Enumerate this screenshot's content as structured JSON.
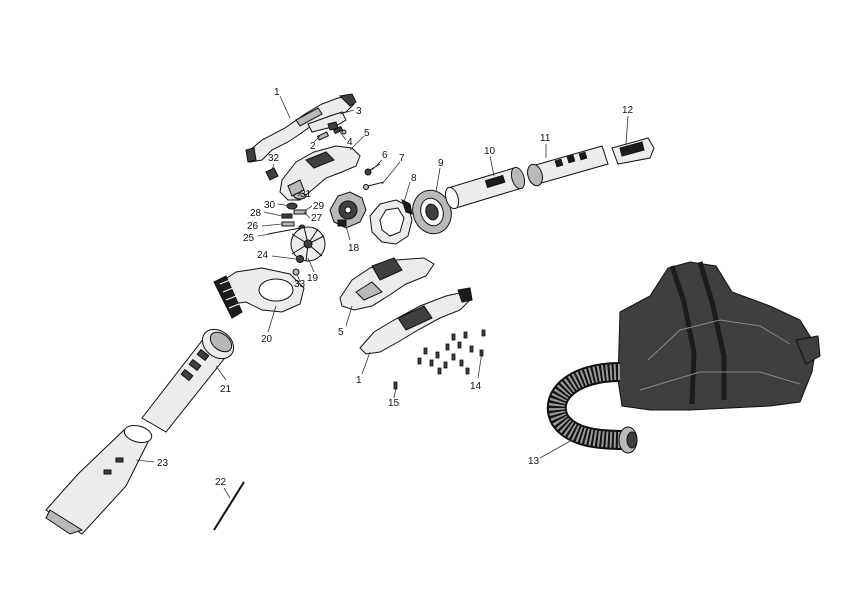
{
  "diagram": {
    "callouts": {
      "c1a": "1",
      "c1b": "1",
      "c2": "2",
      "c3": "3",
      "c4": "4",
      "c5a": "5",
      "c5b": "5",
      "c6": "6",
      "c7": "7",
      "c8": "8",
      "c9": "9",
      "c10": "10",
      "c11": "11",
      "c12": "12",
      "c13": "13",
      "c14": "14",
      "c15": "15",
      "c18": "18",
      "c19": "19",
      "c20": "20",
      "c21": "21",
      "c22": "22",
      "c23": "23",
      "c24": "24",
      "c25": "25",
      "c26": "26",
      "c27": "27",
      "c28": "28",
      "c29": "29",
      "c30": "30",
      "c31": "31",
      "c32": "32",
      "c33": "33"
    }
  }
}
